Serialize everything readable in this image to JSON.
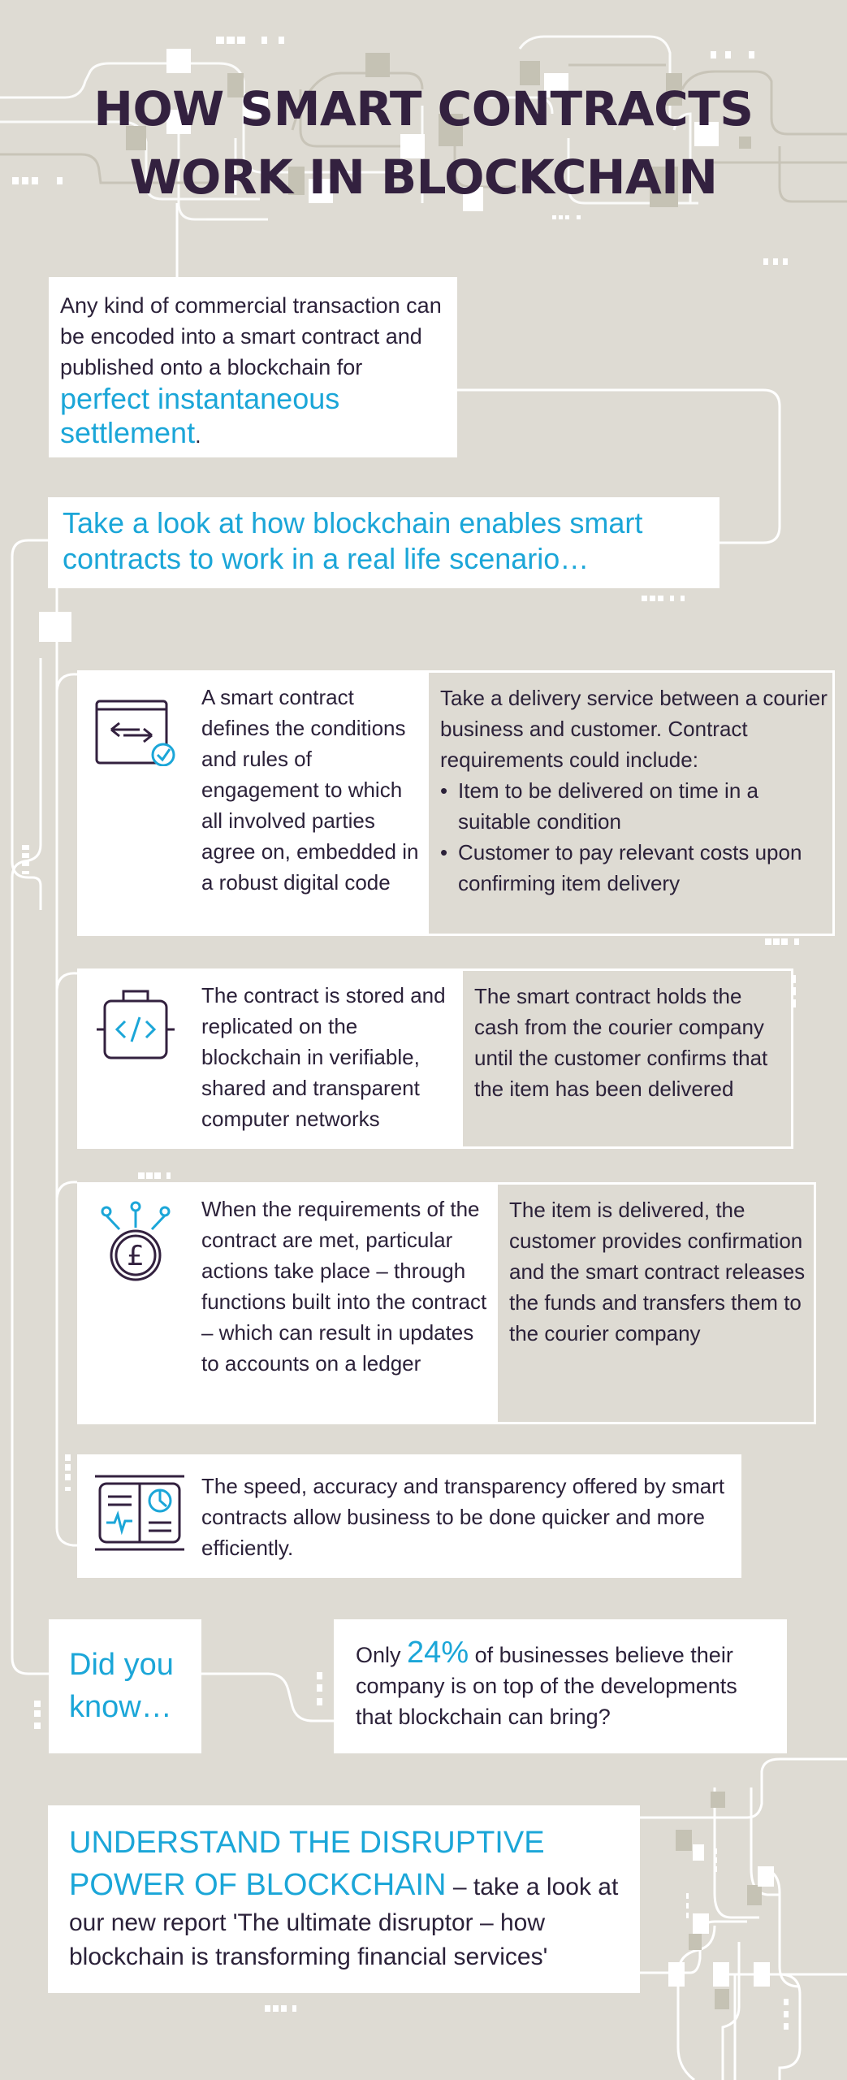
{
  "header": {
    "title_line1": "HOW SMART CONTRACTS",
    "title_line2": "WORK IN BLOCKCHAIN"
  },
  "intro": {
    "text": "Any kind of commercial transaction can be encoded into a smart contract and published onto a blockchain for",
    "highlight": "perfect instantaneous settlement",
    "end": "."
  },
  "lookbox": {
    "text": "Take a look at how blockchain enables smart contracts to work in a real life scenario…"
  },
  "steps": [
    {
      "icon": "contract-exchange-check-icon",
      "left_text": "A smart contract defines the conditions and rules of engagement to which all involved parties agree on, embedded in a robust digital code",
      "right_intro": "Take a delivery service between a courier business and customer. Contract requirements could include:",
      "right_bullets": [
        "Item to be delivered on time in a suitable condition",
        "Customer to pay relevant costs upon confirming item delivery"
      ]
    },
    {
      "icon": "code-briefcase-icon",
      "left_text": "The contract is stored and replicated on the blockchain in verifiable, shared and transparent computer networks",
      "right_text": "The smart contract holds the cash from the courier company until the customer confirms that the item has been delivered"
    },
    {
      "icon": "pound-coin-network-icon",
      "left_text": "When the requirements of the contract are met, particular actions take place – through functions built into the contract – which can result in updates to accounts on a ledger",
      "right_text": "The item is delivered, the customer provides confirmation and the smart contract releases the funds and transfers them to the courier company"
    },
    {
      "icon": "dashboard-tablet-icon",
      "left_text": "The speed, accuracy and transparency offered by smart contracts allow business to be done quicker and more efficiently."
    }
  ],
  "did_you_know": {
    "label": "Did you know…",
    "stat_prefix": "Only",
    "stat_value": "24%",
    "stat_suffix": "of businesses believe their company is on top of the developments that blockchain can bring?"
  },
  "cta": {
    "highlight": "UNDERSTAND THE DISRUPTIVE POWER OF BLOCKCHAIN",
    "text": "– take a look at our new report 'The ultimate disruptor – how blockchain is transforming financial services'"
  },
  "colors": {
    "background": "#dedbd3",
    "title": "#33213f",
    "accent": "#1ba6d8",
    "body_text": "#2b2139",
    "box": "#ffffff"
  }
}
